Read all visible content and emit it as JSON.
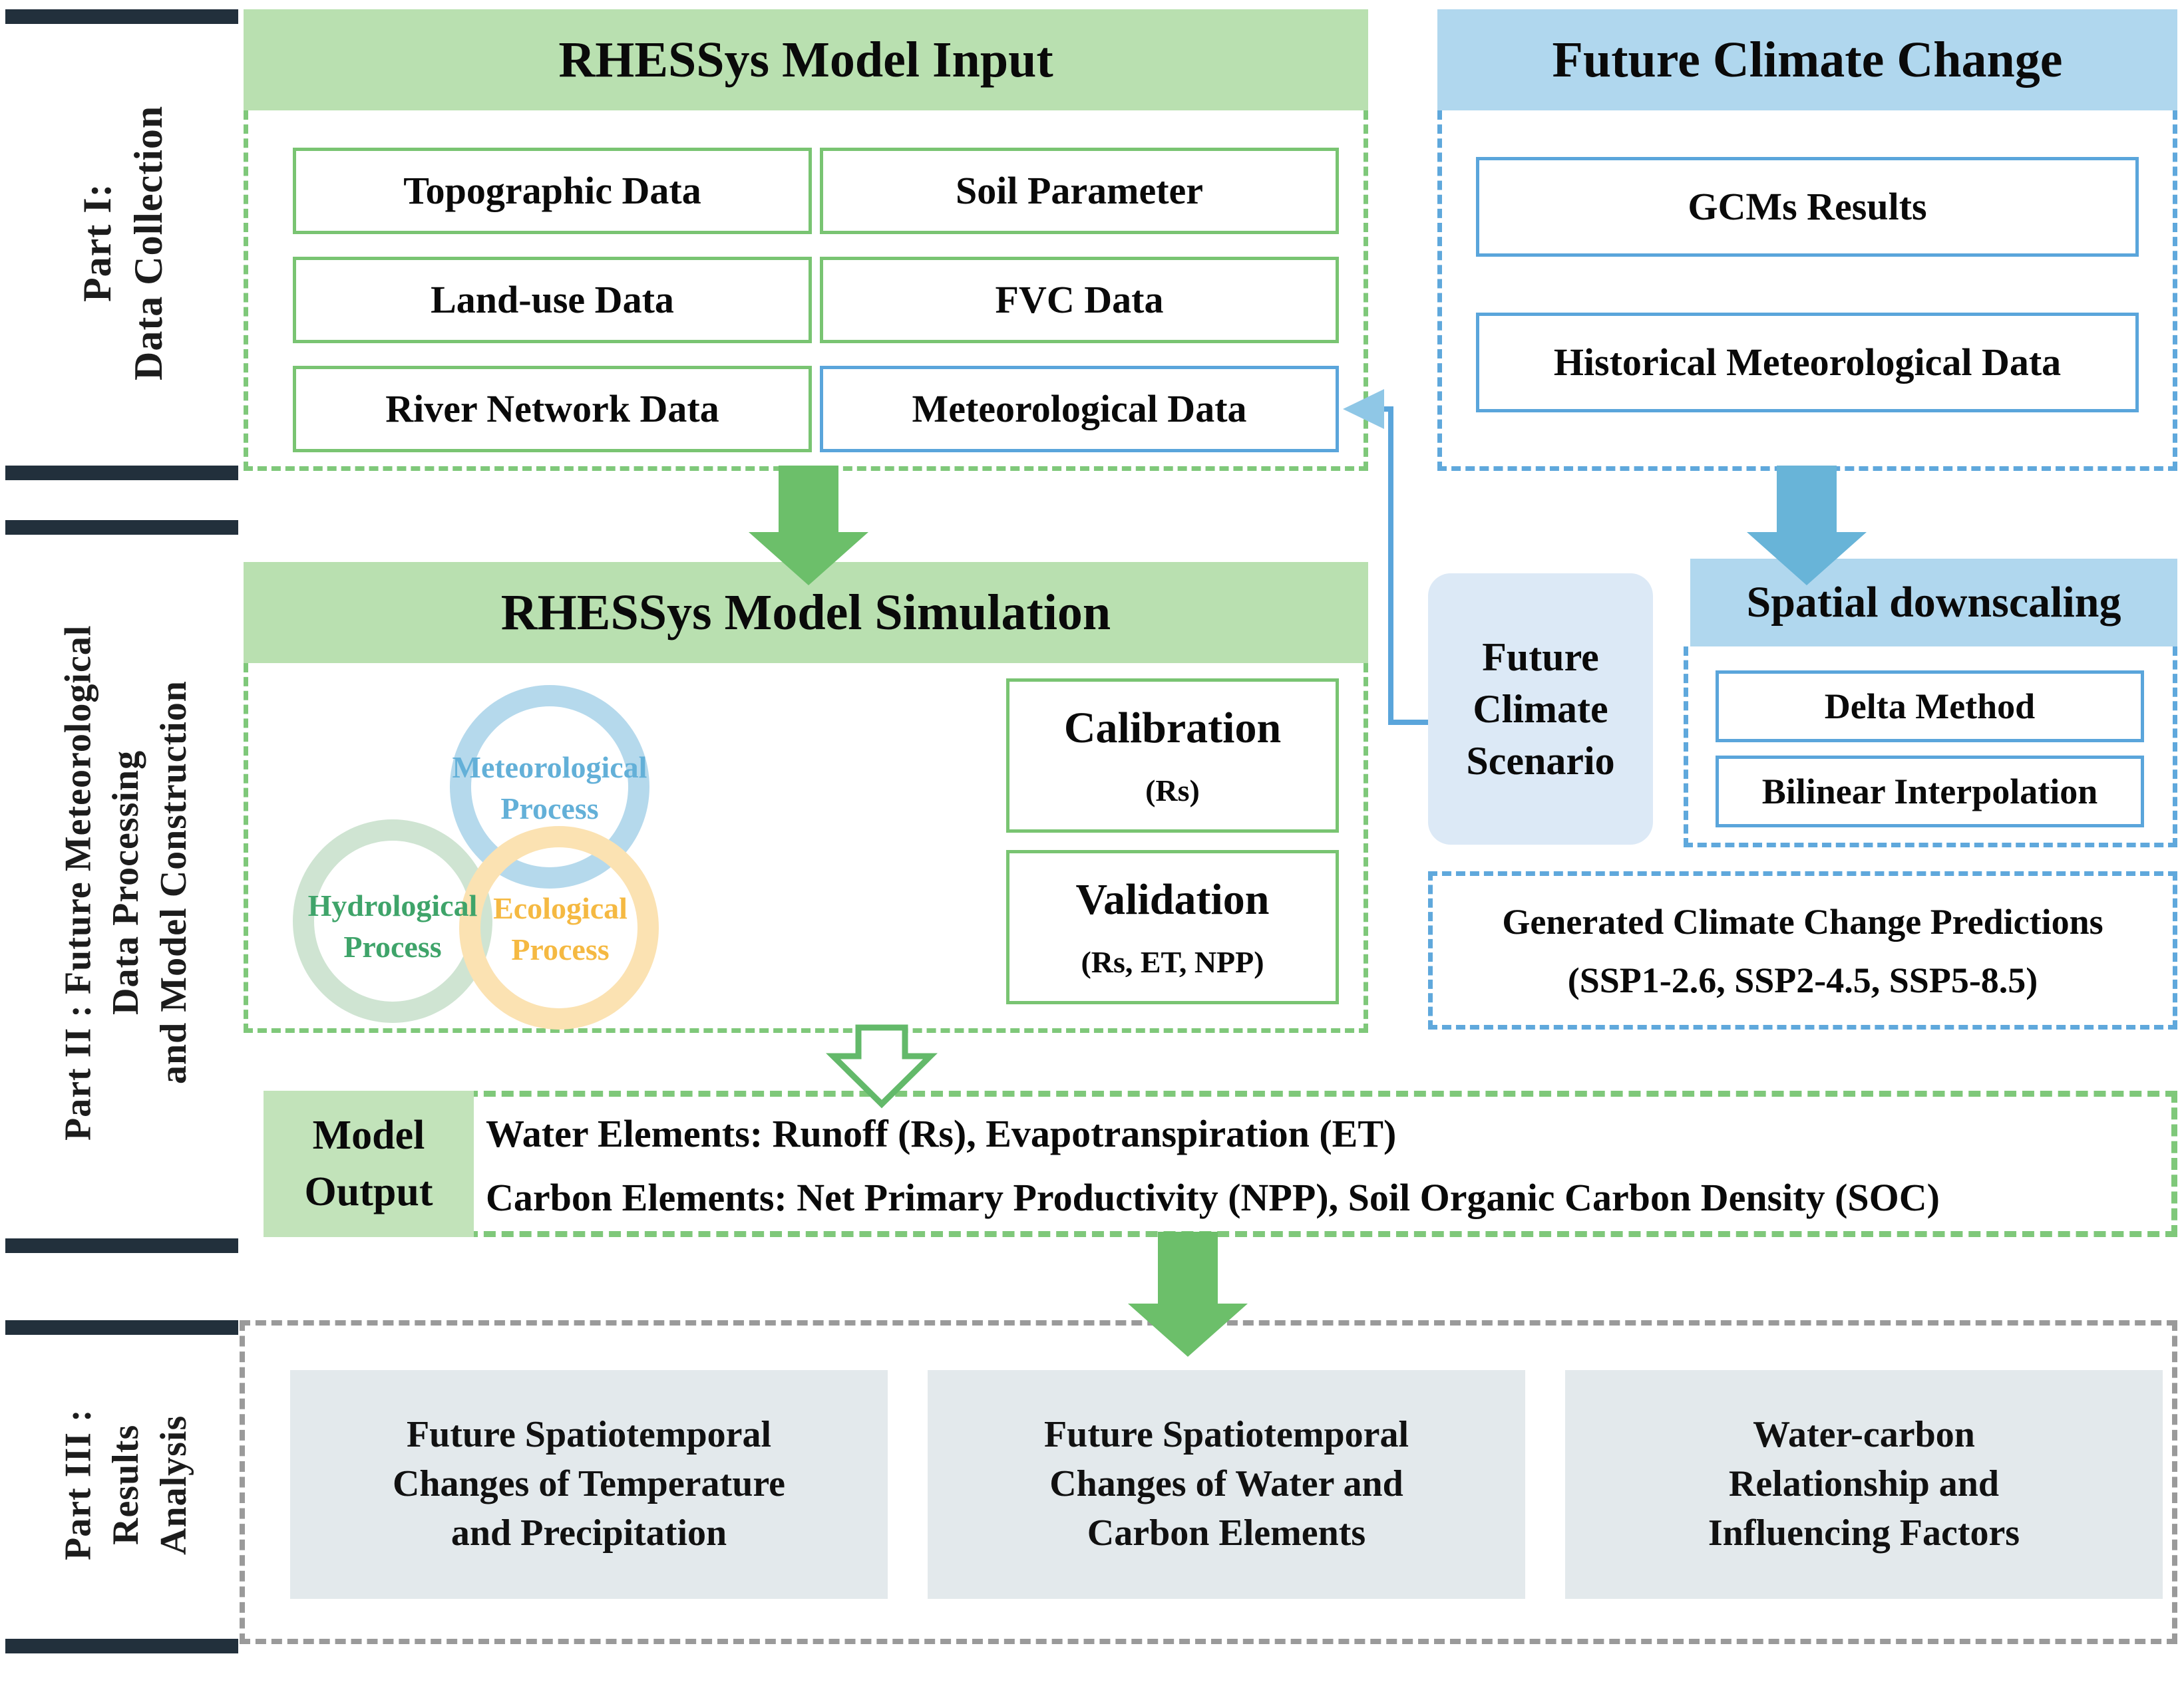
{
  "colors": {
    "green_header": "#b9e0b0",
    "blue_header": "#b0d7ee",
    "green_border": "#79c472",
    "blue_border": "#5aa5db",
    "soft_blue_fill": "#dce9f6",
    "gray_box_fill": "#e3e9ec",
    "bracket_dark": "#22303c",
    "arrow_green": "#6cbf6a",
    "arrow_blue": "#68b4d8",
    "dash_gray": "#9a9a9a",
    "meteorological_text": "#63b0d8",
    "hydrological_text": "#3fa46a",
    "ecological_text": "#f5b942"
  },
  "parts": [
    {
      "id": "part1",
      "label": "Part I:\nData Collection"
    },
    {
      "id": "part2",
      "label": "Part II : Future Meteorological\nData Processing\nand Model Construction"
    },
    {
      "id": "part3",
      "label": "Part III :\nResults\nAnalysis"
    }
  ],
  "part1": {
    "left_panel": {
      "header": "RHESSys Model Input",
      "boxes": [
        {
          "label": "Topographic Data",
          "accent": "green"
        },
        {
          "label": "Soil Parameter",
          "accent": "green"
        },
        {
          "label": "Land-use Data",
          "accent": "green"
        },
        {
          "label": "FVC Data",
          "accent": "green"
        },
        {
          "label": "River Network Data",
          "accent": "green"
        },
        {
          "label": "Meteorological Data",
          "accent": "blue"
        }
      ]
    },
    "right_panel": {
      "header": "Future Climate Change",
      "boxes": [
        {
          "label": "GCMs Results",
          "accent": "blue"
        },
        {
          "label": "Historical Meteorological Data",
          "accent": "blue"
        }
      ]
    }
  },
  "part2": {
    "left_panel": {
      "header": "RHESSys Model Simulation",
      "venn": [
        {
          "label": "Meteorological\nProcess",
          "color": "#63b0d8",
          "ring": "#b5d9ec"
        },
        {
          "label": "Hydrological\nProcess",
          "color": "#3fa46a",
          "ring": "#cfe4d2"
        },
        {
          "label": "Ecological\nProcess",
          "color": "#f5b942",
          "ring": "#fbe2b2"
        }
      ],
      "eval_boxes": [
        {
          "title": "Calibration",
          "sub": "(Rs)"
        },
        {
          "title": "Validation",
          "sub": "(Rs, ET, NPP)"
        }
      ]
    },
    "scenario_box": {
      "label": "Future\nClimate\nScenario"
    },
    "right_panel": {
      "header": "Spatial downscaling",
      "boxes": [
        {
          "label": "Delta Method",
          "accent": "blue"
        },
        {
          "label": "Bilinear Interpolation",
          "accent": "blue"
        }
      ]
    },
    "predictions": {
      "line1": "Generated Climate Change Predictions",
      "line2": "(SSP1-2.6, SSP2-4.5, SSP5-8.5)"
    },
    "model_output": {
      "tag_line1": "Model",
      "tag_line2": "Output",
      "line1": "Water Elements: Runoff (Rs), Evapotranspiration (ET)",
      "line2": "Carbon Elements: Net Primary Productivity (NPP), Soil Organic Carbon Density (SOC)"
    }
  },
  "part3": {
    "boxes": [
      {
        "label": "Future Spatiotemporal\nChanges of Temperature\nand Precipitation"
      },
      {
        "label": "Future Spatiotemporal\nChanges of Water and\nCarbon Elements"
      },
      {
        "label": "Water-carbon\nRelationship and\nInfluencing Factors"
      }
    ]
  },
  "arrows": [
    {
      "name": "input-to-simulation",
      "style": "solid-green"
    },
    {
      "name": "climate-to-downscaling",
      "style": "solid-blue"
    },
    {
      "name": "simulation-to-output",
      "style": "hollow-green"
    },
    {
      "name": "output-to-results",
      "style": "solid-green"
    },
    {
      "name": "scenario-to-meteorological-data",
      "style": "line-blue"
    }
  ]
}
